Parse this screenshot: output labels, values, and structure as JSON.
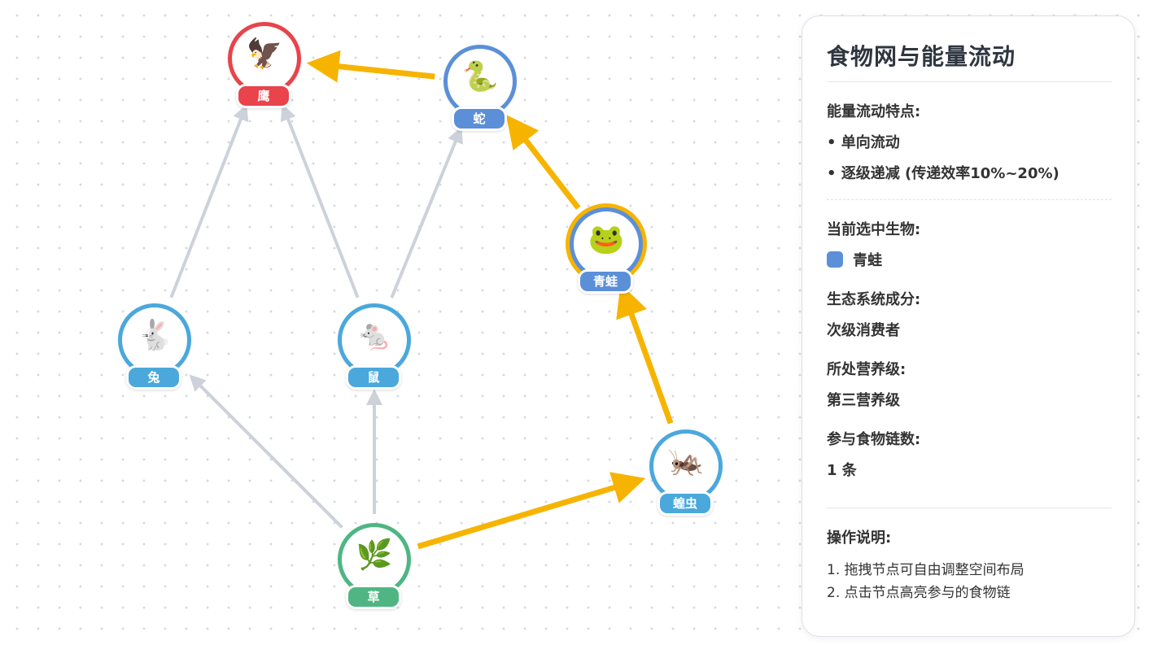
{
  "colors": {
    "highlight": "#f6b400",
    "edge": "#cdd1d9",
    "apex": "#e9434b",
    "secondary": "#5b8fd8",
    "primary": "#4aa8dc",
    "producer": "#4fb683"
  },
  "nodes": [
    {
      "id": "eagle",
      "label": "鹰",
      "emoji": "🦅",
      "color": "#e9434b",
      "name": "node-eagle"
    },
    {
      "id": "snake",
      "label": "蛇",
      "emoji": "🐍",
      "color": "#5b8fd8",
      "name": "node-snake"
    },
    {
      "id": "frog",
      "label": "青蛙",
      "emoji": "🐸",
      "color": "#5b8fd8",
      "name": "node-frog",
      "selected": true
    },
    {
      "id": "rabbit",
      "label": "兔",
      "emoji": "🐇",
      "color": "#4aa8dc",
      "name": "node-rabbit"
    },
    {
      "id": "mouse",
      "label": "鼠",
      "emoji": "🐁",
      "color": "#4aa8dc",
      "name": "node-mouse"
    },
    {
      "id": "grasshopper",
      "label": "蝗虫",
      "emoji": "🦗",
      "color": "#4aa8dc",
      "name": "node-grasshopper"
    },
    {
      "id": "grass",
      "label": "草",
      "emoji": "🌿",
      "color": "#4fb683",
      "name": "node-grass"
    }
  ],
  "edges": [
    {
      "from": "rabbit",
      "to": "eagle",
      "hl": false
    },
    {
      "from": "mouse",
      "to": "eagle",
      "hl": false
    },
    {
      "from": "mouse",
      "to": "snake",
      "hl": false
    },
    {
      "from": "grass",
      "to": "rabbit",
      "hl": false
    },
    {
      "from": "grass",
      "to": "mouse",
      "hl": false
    },
    {
      "from": "snake",
      "to": "eagle",
      "hl": true
    },
    {
      "from": "frog",
      "to": "snake",
      "hl": true
    },
    {
      "from": "grasshopper",
      "to": "frog",
      "hl": true
    },
    {
      "from": "grass",
      "to": "grasshopper",
      "hl": true
    }
  ],
  "panel": {
    "title": "食物网与能量流动",
    "flow_title": "能量流动特点:",
    "flow_items": [
      "• 单向流动",
      "• 逐级递减 (传递效率10%~20%)"
    ],
    "selected_title": "当前选中生物:",
    "selected_name": "青蛙",
    "selected_color": "#5b8fd8",
    "component_title": "生态系统成分:",
    "component_value": "次级消费者",
    "level_title": "所处营养级:",
    "level_value": "第三营养级",
    "chains_title": "参与食物链数:",
    "chains_value": "1 条",
    "help_title": "操作说明:",
    "help_items": [
      "1. 拖拽节点可自由调整空间布局",
      "2. 点击节点高亮参与的食物链"
    ]
  }
}
